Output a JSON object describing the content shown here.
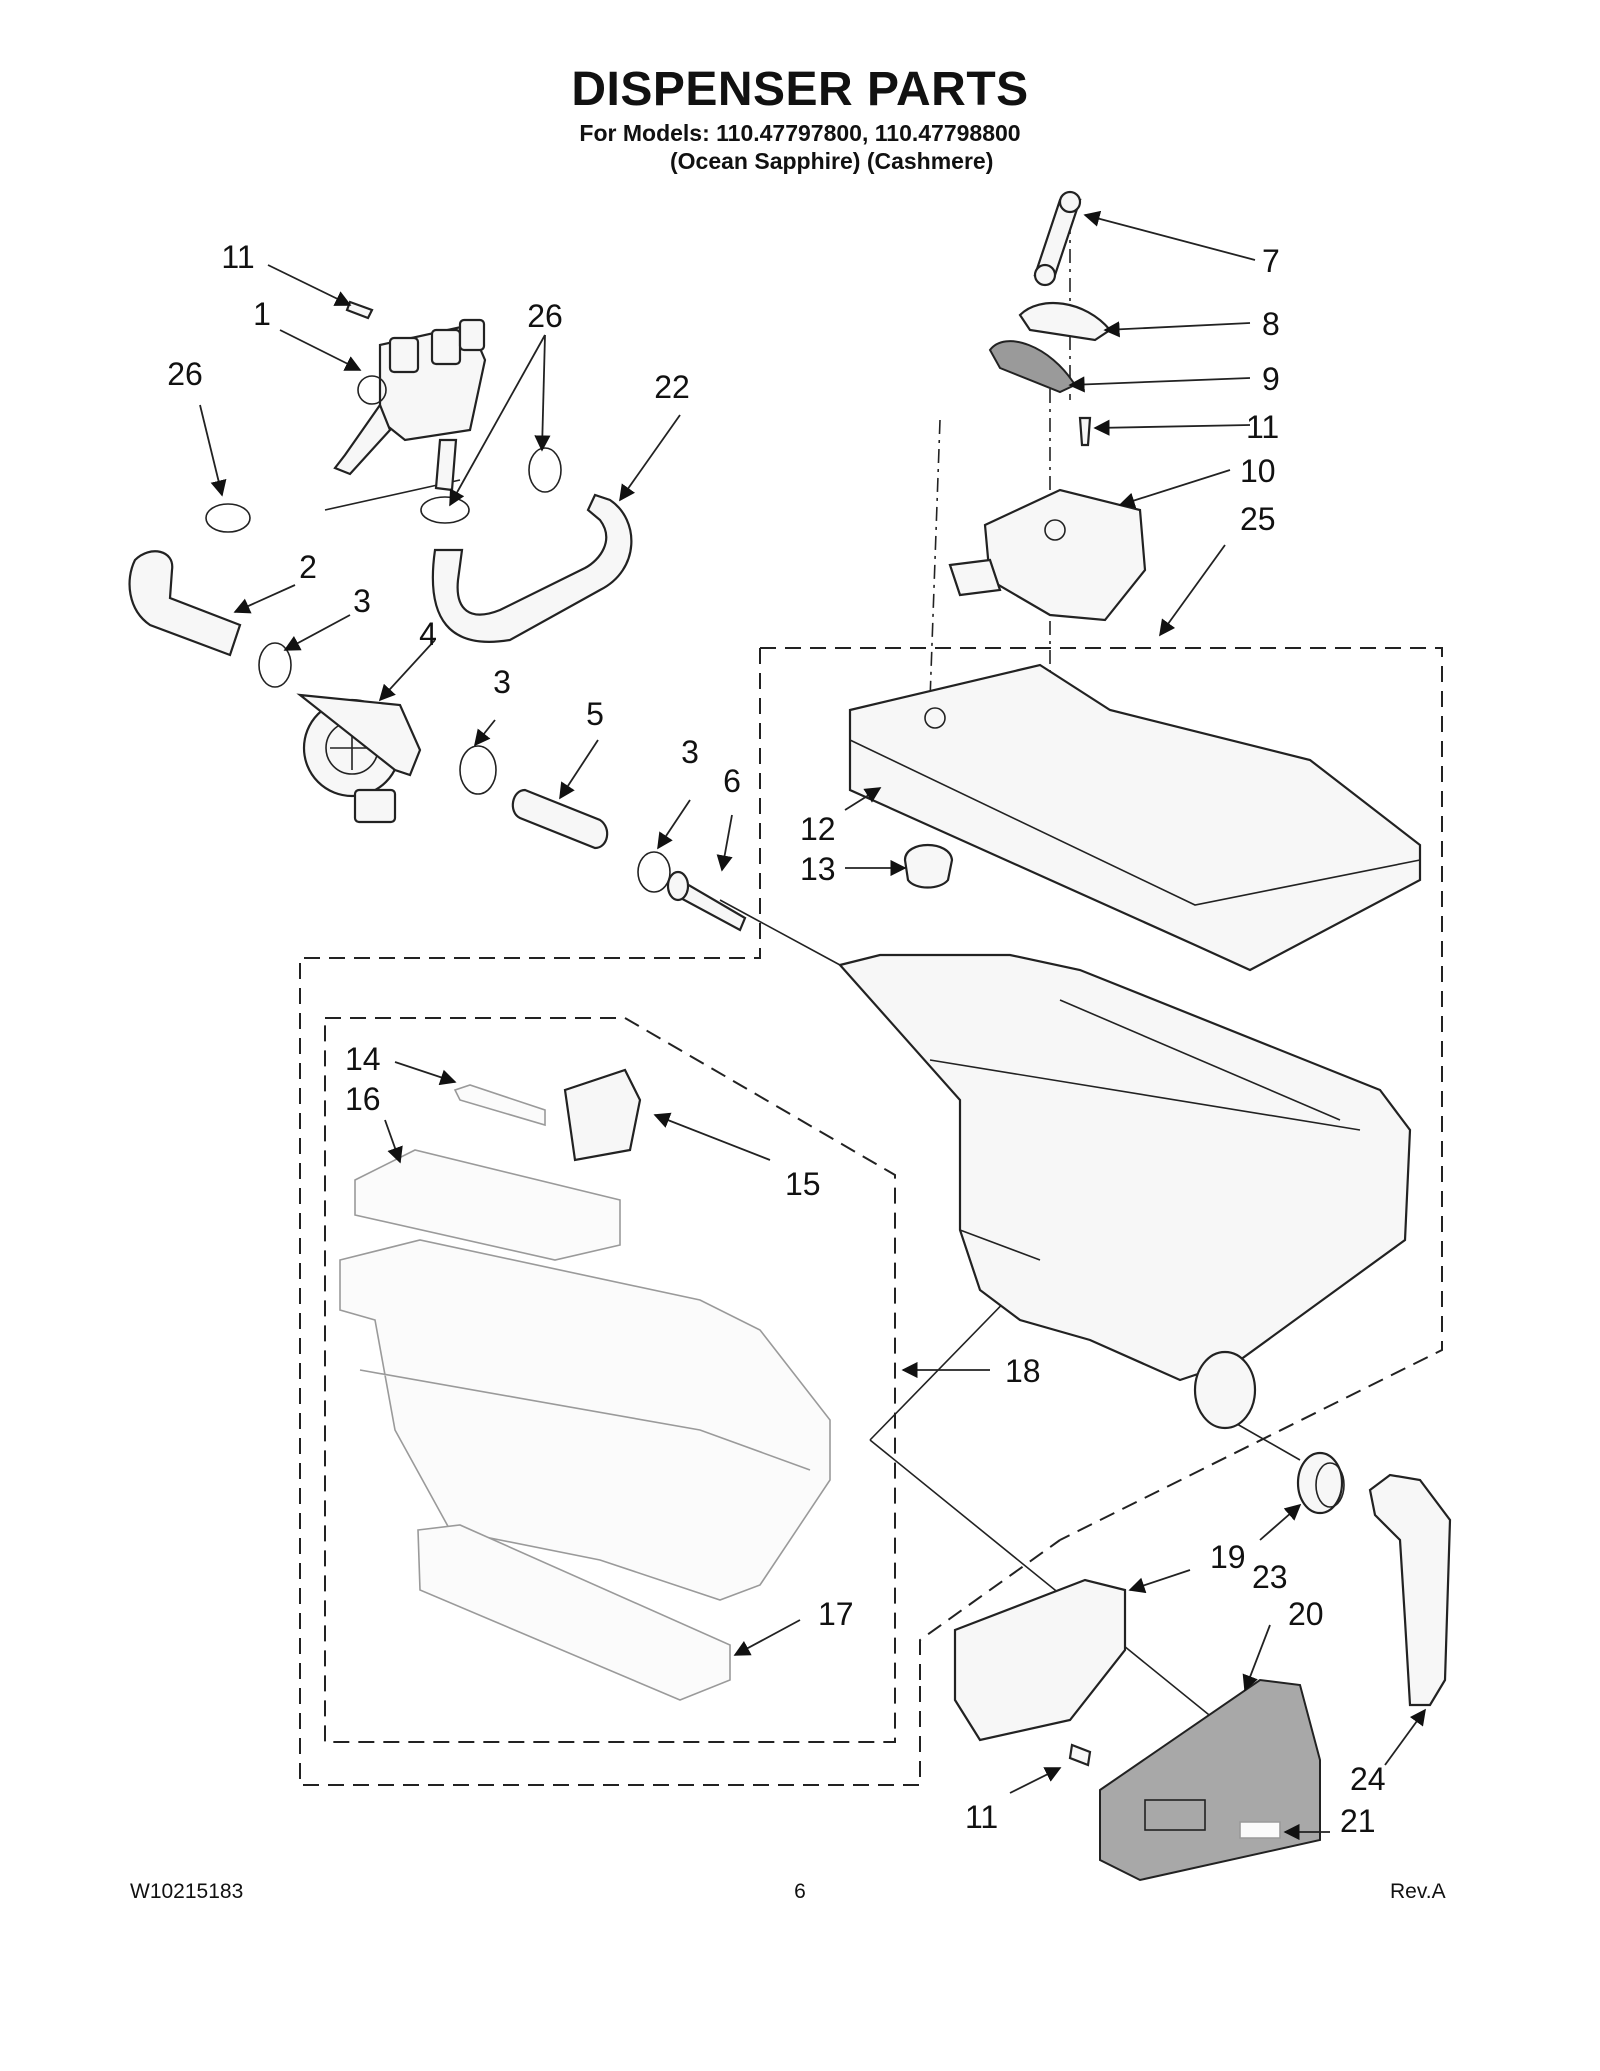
{
  "title": "DISPENSER PARTS",
  "subtitle_line1": "For Models: 110.47797800, 110.47798800",
  "subtitle_line2": "(Ocean Sapphire) (Cashmere)",
  "footer": {
    "doc_number": "W10215183",
    "page": "6",
    "revision": "Rev.A"
  },
  "callouts": {
    "c1": "1",
    "c2": "2",
    "c3a": "3",
    "c3b": "3",
    "c3c": "3",
    "c4": "4",
    "c5": "5",
    "c6": "6",
    "c7": "7",
    "c8": "8",
    "c9": "9",
    "c10": "10",
    "c11a": "11",
    "c11b": "11",
    "c11c": "11",
    "c12": "12",
    "c13": "13",
    "c14": "14",
    "c15": "15",
    "c16": "16",
    "c17": "17",
    "c18": "18",
    "c19": "19",
    "c20": "20",
    "c21": "21",
    "c22": "22",
    "c23": "23",
    "c24": "24",
    "c25": "25",
    "c26a": "26",
    "c26b": "26"
  }
}
